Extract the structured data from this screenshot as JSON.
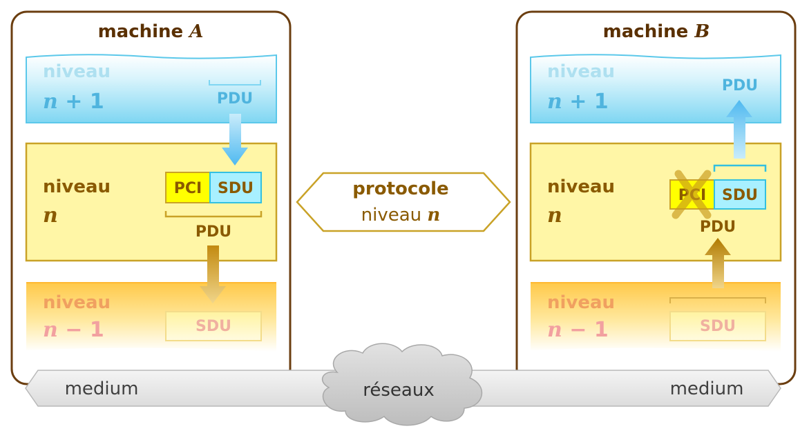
{
  "machine_a": {
    "title": "machine",
    "title_var": "A",
    "upper": {
      "line1": "niveau",
      "var": "n",
      "rest": " + 1",
      "pdu": "PDU"
    },
    "middle": {
      "line1": "niveau",
      "var": "n",
      "pci": "PCI",
      "sdu": "SDU",
      "pdu": "PDU"
    },
    "lower": {
      "line1": "niveau",
      "var": "n",
      "rest": " − 1",
      "sdu": "SDU"
    }
  },
  "machine_b": {
    "title": "machine",
    "title_var": "B",
    "upper": {
      "line1": "niveau",
      "var": "n",
      "rest": " + 1",
      "pdu": "PDU"
    },
    "middle": {
      "line1": "niveau",
      "var": "n",
      "pci": "PCI",
      "sdu": "SDU",
      "pdu": "PDU"
    },
    "lower": {
      "line1": "niveau",
      "var": "n",
      "rest": " − 1",
      "sdu": "SDU"
    }
  },
  "protocol": {
    "line1": "protocole",
    "line2": "niveau",
    "var": "n"
  },
  "network": {
    "left": "medium",
    "center": "réseaux",
    "right": "medium"
  },
  "colors": {
    "frame_border": "#6b3e10",
    "upper_fill": "#bfeaf7",
    "upper_border": "#5bc8ea",
    "middle_fill": "#fff6a6",
    "middle_border": "#c9a227",
    "lower_fill": "#ffd65c",
    "pci_fill": "#ffff00",
    "sdu_fill": "#a8f0ff",
    "arrow_blue": "#6cc8f5",
    "arrow_gold": "#c89a1a",
    "hexagon_border": "#c9a227",
    "text_dark": "#8a5a00",
    "cloud_fill": "#d0d0d0",
    "bar_fill": "#e6e6e6"
  }
}
